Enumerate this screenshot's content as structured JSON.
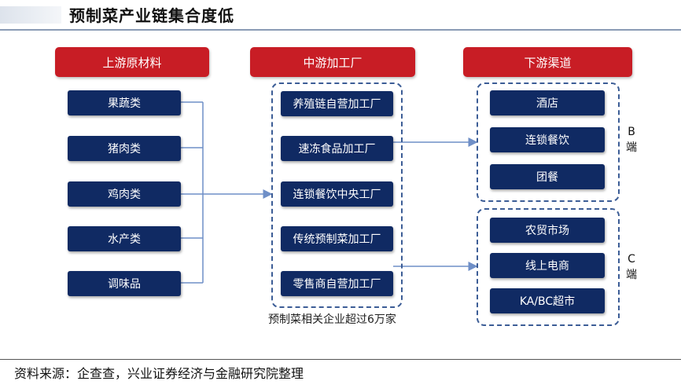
{
  "title": "预制菜产业链集合度低",
  "columns": {
    "upstream": {
      "header": "上游原材料",
      "items": [
        "果蔬类",
        "猪肉类",
        "鸡肉类",
        "水产类",
        "调味品"
      ]
    },
    "midstream": {
      "header": "中游加工厂",
      "items": [
        "养殖链自营加工厂",
        "速冻食品加工厂",
        "连锁餐饮中央工厂",
        "传统预制菜加工厂",
        "零售商自营加工厂"
      ],
      "caption": "预制菜相关企业超过6万家"
    },
    "downstream": {
      "header": "下游渠道",
      "b_items": [
        "酒店",
        "连锁餐饮",
        "团餐"
      ],
      "b_label_line1": "B",
      "b_label_line2": "端",
      "c_items": [
        "农贸市场",
        "线上电商",
        "KA/BC超市"
      ],
      "c_label_line1": "C",
      "c_label_line2": "端"
    }
  },
  "source": "资料来源：企查查，兴业证券经济与金融研究院整理",
  "colors": {
    "header_red": "#c81d25",
    "node_navy": "#102a63",
    "dash_blue": "#3c5d96",
    "connector": "#6f8fc7"
  }
}
